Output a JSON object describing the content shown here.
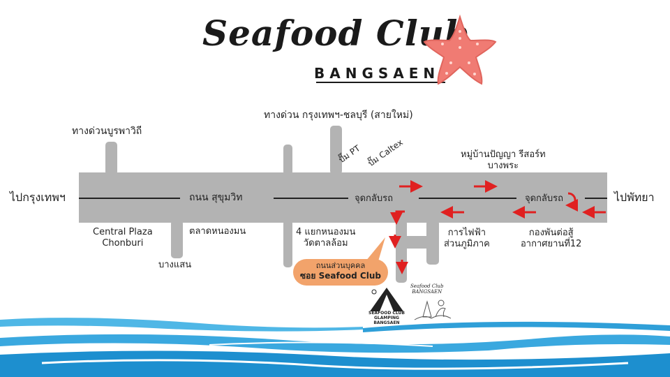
{
  "logo": {
    "script_text": "Seafood Club",
    "subtitle": "BANGSAEN"
  },
  "roads": {
    "main_road": "ถนน สุขุมวิท",
    "motorway_new": "ทางด่วน กรุงเทพฯ-ชลบุรี (สายใหม่)",
    "burapha_motorway": "ทางด่วนบูรพาวิถี",
    "private_road_line1": "ถนนส่วนบุคคล",
    "private_road_line2": "ซอย Seafood Club"
  },
  "directions": {
    "west": "ไปกรุงเทพฯ",
    "east": "ไปพัทยา"
  },
  "places": {
    "central_plaza": "Central Plaza\nChonburi",
    "talat_nong_mon": "ตลาดหนองมน",
    "bangsaen": "บางแสน",
    "nong_mon_junction": "4 แยกหนองมน\nวัดตาลล้อม",
    "pea": "การไฟฟ้า\nส่วนภูมิภาค",
    "air_defense": "กองพันต่อสู้\nอากาศยานที่12",
    "village": "หมู่บ้านปัญญา รีสอร์ท\nบางพระ",
    "pump_pt": "ปั๊ม PT",
    "pump_caltex": "ปั๊ม Caltex",
    "u_turn_1": "จุดกลับรถ",
    "u_turn_2": "จุดกลับรถ"
  },
  "brand_marks": {
    "glamping": "SEAFOOD CLUB\nGLAMPING\nBANGSAEN",
    "club": "Seafood Club\nBANGSAEN"
  },
  "colors": {
    "road": "#b3b3b3",
    "arrow": "#e02020",
    "callout": "#f2a36b",
    "starfish": "#f07b73",
    "wave": "#3aa8df"
  }
}
